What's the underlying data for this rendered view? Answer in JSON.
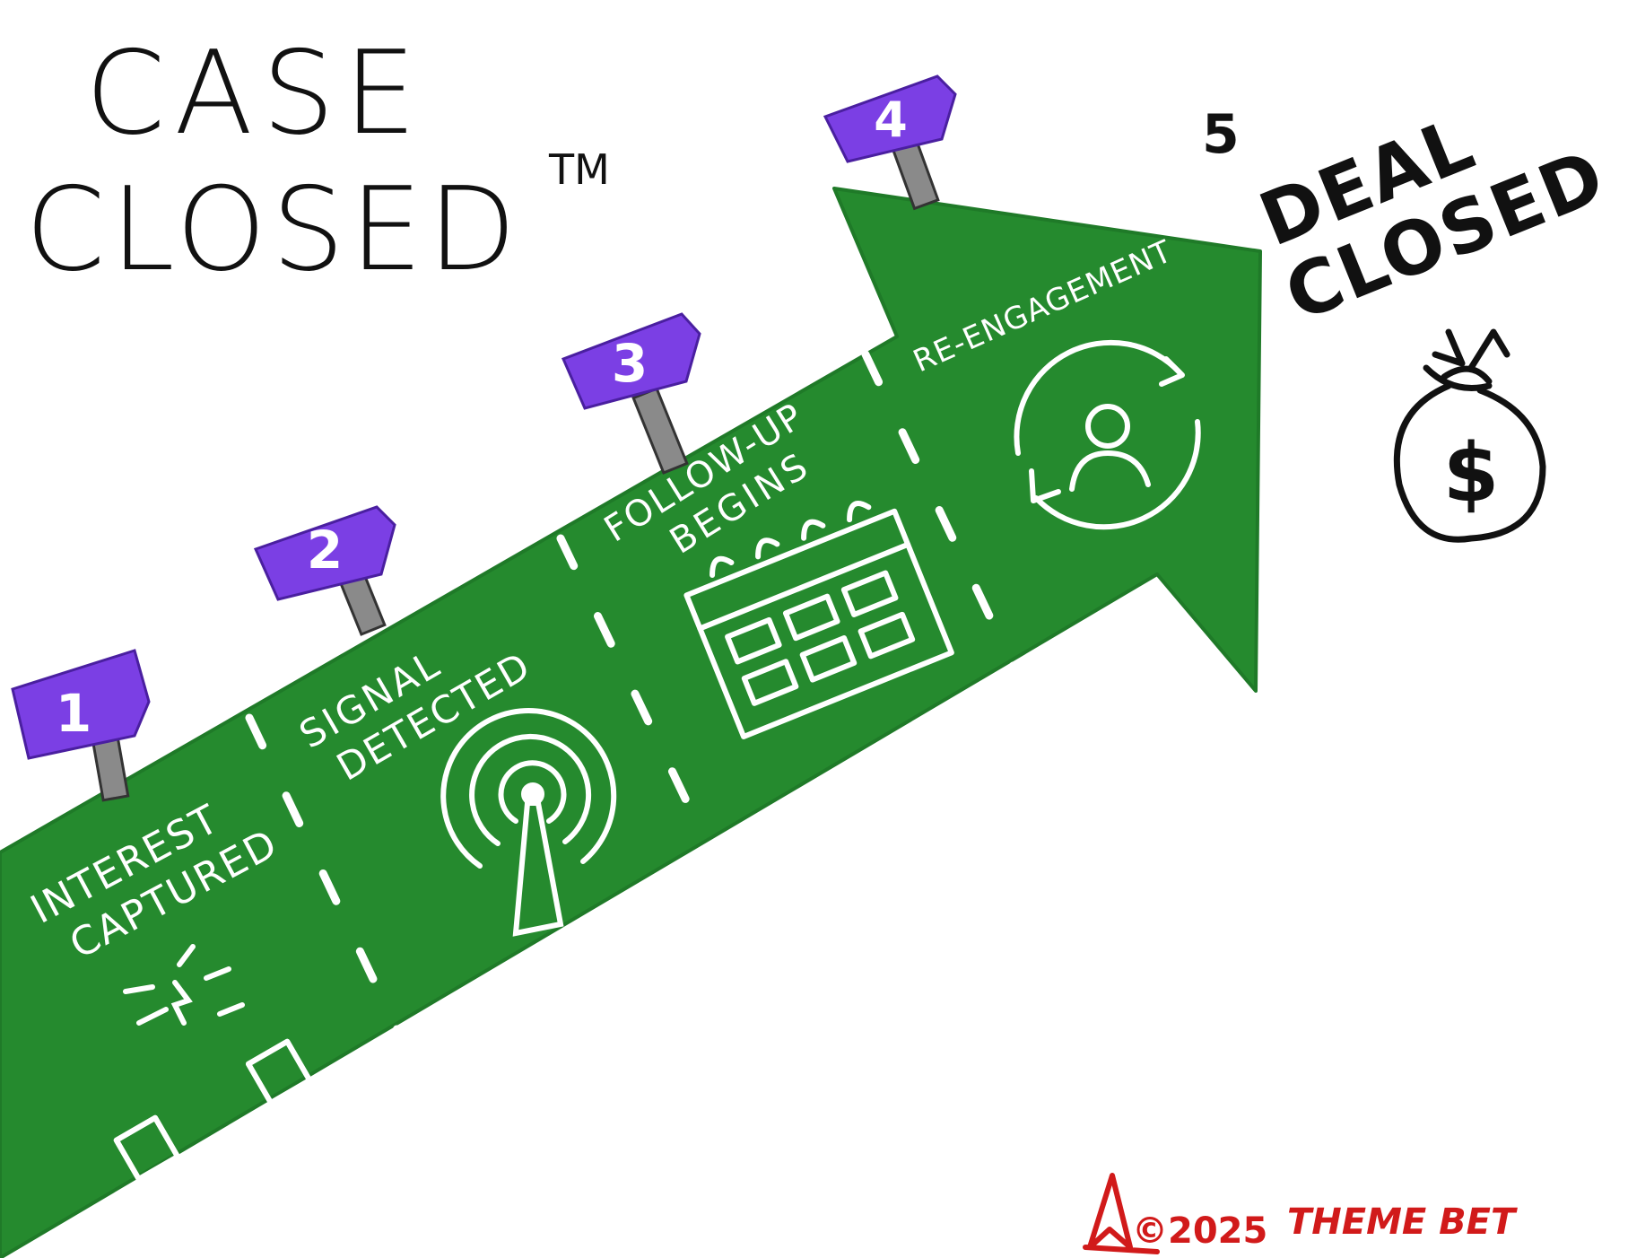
{
  "title": {
    "line1": "CASE",
    "line2": "CLOSED",
    "trademark": "TM"
  },
  "stages": [
    {
      "number": "1",
      "line1": "INTEREST",
      "line2": "CAPTURED",
      "icon": "magnet-icon"
    },
    {
      "number": "2",
      "line1": "SIGNAL",
      "line2": "DETECTED",
      "icon": "signal-antenna-icon"
    },
    {
      "number": "3",
      "line1": "FOLLOW-UP",
      "line2": "BEGINS",
      "icon": "calendar-icon"
    },
    {
      "number": "4",
      "line1": "RE-ENGAGEMENT",
      "line2": "",
      "icon": "person-cycle-icon"
    }
  ],
  "goal": {
    "number": "5",
    "line1": "DEAL",
    "line2": "CLOSED",
    "icon": "money-bag-icon",
    "symbol": "$"
  },
  "footer": {
    "copyright": "©2025",
    "brand": "THEME BET",
    "logo_icon": "paper-plane-icon"
  },
  "colors": {
    "arrow": "#258a2e",
    "sign": "#7b3fe4",
    "post": "#8a8a8a",
    "ink": "#111111",
    "accent": "#d11a1a"
  }
}
